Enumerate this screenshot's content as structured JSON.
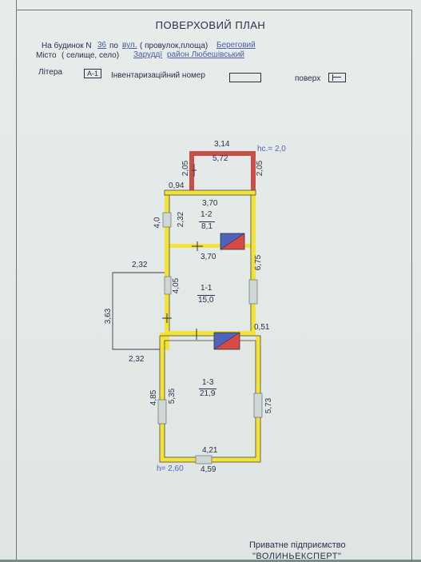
{
  "header": {
    "title": "ПОВЕРХОВИЙ ПЛАН",
    "line1_prefix": "На будинок N",
    "house_number": "36",
    "line1_mid": "по",
    "street_type": "вул.",
    "street_type_hint": "( провулок,площа)",
    "street_name": "Береговий",
    "line2_prefix": "Місто",
    "city_hint": "( селище, село)",
    "village": "Заруддї",
    "district": "район Любешівський",
    "litera_label": "Літера",
    "litera_value": "А-1",
    "inventory_label": "Інвентаризаційний номер",
    "floor_label": "поверх"
  },
  "plan": {
    "porch_height": "hc.= 2,0",
    "height": "h= 2,60",
    "rooms": [
      {
        "id": "1-2",
        "area": "8,1"
      },
      {
        "id": "1-1",
        "area": "15,0"
      },
      {
        "id": "1-3",
        "area": "21,9"
      },
      {
        "id": "",
        "area": "5,72"
      }
    ],
    "dims": {
      "top_porch": "3,14",
      "porch_left": "2,05",
      "porch_right": "2,05",
      "ledge": "0,94",
      "w_1_2": "3,70",
      "h_1_2_inner": "2,32",
      "h_left_outer": "4,0",
      "w_1_1": "3,70",
      "right_6_75": "6,75",
      "h_1_1": "4,05",
      "annex_top": "2,32",
      "annex_side": "3,63",
      "annex_bottom": "2,32",
      "step_051": "0,51",
      "h_1_3_inner": "5,35",
      "h_left_1_3": "4,85",
      "right_5_73": "5,73",
      "w_1_3_inner": "4,21",
      "w_total": "4,59"
    }
  },
  "stamp": {
    "line1": "Приватне підприємство",
    "line2": "\"ВОЛИНЬЕКСПЕРТ\""
  }
}
